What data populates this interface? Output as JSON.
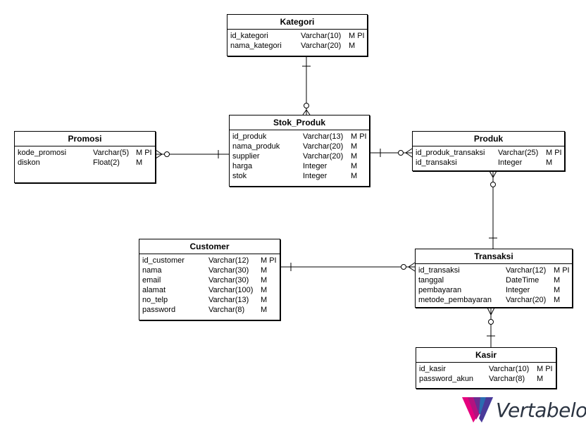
{
  "diagram": {
    "entities": {
      "kategori": {
        "title": "Kategori",
        "columns": [
          {
            "name": "id_kategori",
            "type": "Varchar(10)",
            "flags": "M PI"
          },
          {
            "name": "nama_kategori",
            "type": "Varchar(20)",
            "flags": "M"
          }
        ]
      },
      "stok_produk": {
        "title": "Stok_Produk",
        "columns": [
          {
            "name": "id_produk",
            "type": "Varchar(13)",
            "flags": "M PI"
          },
          {
            "name": "nama_produk",
            "type": "Varchar(20)",
            "flags": "M"
          },
          {
            "name": "supplier",
            "type": "Varchar(20)",
            "flags": "M"
          },
          {
            "name": "harga",
            "type": "Integer",
            "flags": "M"
          },
          {
            "name": "stok",
            "type": "Integer",
            "flags": "M"
          }
        ]
      },
      "promosi": {
        "title": "Promosi",
        "columns": [
          {
            "name": "kode_promosi",
            "type": "Varchar(5)",
            "flags": "M PI"
          },
          {
            "name": "diskon",
            "type": "Float(2)",
            "flags": "M"
          }
        ]
      },
      "produk": {
        "title": "Produk",
        "columns": [
          {
            "name": "id_produk_transaksi",
            "type": "Varchar(25)",
            "flags": "M PI"
          },
          {
            "name": "id_transaksi",
            "type": "Integer",
            "flags": "M"
          }
        ]
      },
      "customer": {
        "title": "Customer",
        "columns": [
          {
            "name": "id_customer",
            "type": "Varchar(12)",
            "flags": "M PI"
          },
          {
            "name": "nama",
            "type": "Varchar(30)",
            "flags": "M"
          },
          {
            "name": "email",
            "type": "Varchar(30)",
            "flags": "M"
          },
          {
            "name": "alamat",
            "type": "Varchar(100)",
            "flags": "M"
          },
          {
            "name": "no_telp",
            "type": "Varchar(13)",
            "flags": "M"
          },
          {
            "name": "password",
            "type": "Varchar(8)",
            "flags": "M"
          }
        ]
      },
      "transaksi": {
        "title": "Transaksi",
        "columns": [
          {
            "name": "id_transaksi",
            "type": "Varchar(12)",
            "flags": "M PI"
          },
          {
            "name": "tanggal",
            "type": "DateTime",
            "flags": "M"
          },
          {
            "name": "pembayaran",
            "type": "Integer",
            "flags": "M"
          },
          {
            "name": "metode_pembayaran",
            "type": "Varchar(20)",
            "flags": "M"
          }
        ]
      },
      "kasir": {
        "title": "Kasir",
        "columns": [
          {
            "name": "id_kasir",
            "type": "Varchar(10)",
            "flags": "M PI"
          },
          {
            "name": "password_akun",
            "type": "Varchar(8)",
            "flags": "M"
          }
        ]
      }
    },
    "relationships": [
      {
        "from": "kategori",
        "to": "stok_produk",
        "from_end": "one",
        "to_end": "zero-or-many"
      },
      {
        "from": "stok_produk",
        "to": "promosi",
        "from_end": "one",
        "to_end": "zero-or-many"
      },
      {
        "from": "stok_produk",
        "to": "produk",
        "from_end": "one",
        "to_end": "zero-or-many"
      },
      {
        "from": "transaksi",
        "to": "produk",
        "from_end": "one",
        "to_end": "zero-or-many"
      },
      {
        "from": "customer",
        "to": "transaksi",
        "from_end": "one",
        "to_end": "zero-or-many"
      },
      {
        "from": "kasir",
        "to": "transaksi",
        "from_end": "one",
        "to_end": "zero-or-many"
      }
    ],
    "colors": {
      "line": "#000000",
      "logo_pink": "#e5007e",
      "logo_purple": "#6a2c91",
      "logo_blue": "#2b6cb0",
      "logo_text": "#2b3442"
    }
  },
  "branding": {
    "logo_text": "Vertabelo",
    "logo_icon": "vertabelo-v-icon"
  }
}
